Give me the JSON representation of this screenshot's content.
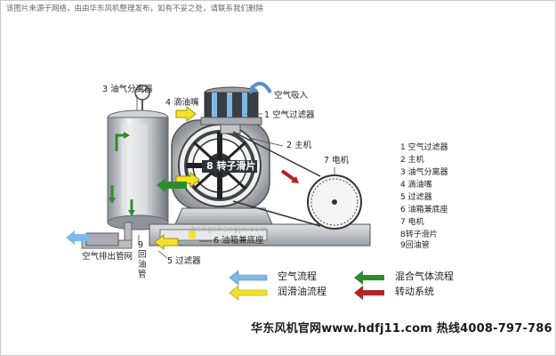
{
  "notice": "该图片来源于网络，由由华东风机整理发布，如有不妥之处，请联系我们删除",
  "labels": {
    "separator": "3 油气分离器",
    "drip": "4 滴油嘴",
    "air_in": "空气吸入",
    "filter1": "1 空气过滤器",
    "main": "2 主机",
    "rotor": "8 转子滑片",
    "motor": "7 电机",
    "tank": "6 油箱兼底座",
    "filter5": "5 过滤器",
    "exhaust": "空气排出管网",
    "oil_pipe": "9回油管",
    "watermark": "hengshengjx.com"
  },
  "index_list": [
    "1 空气过滤器",
    "2 主机",
    "3 油气分离器",
    "4 滴油嘴",
    "5 过滤器",
    "6 油箱兼底座",
    "7 电机",
    "8转子滑片",
    "9回油管"
  ],
  "legend": {
    "air": "空气流程",
    "mixed": "混合气体流程",
    "lube": "润滑油流程",
    "rotate": "转动系统"
  },
  "colors": {
    "air": "#7fb8e6",
    "mixed": "#2e8b2e",
    "lube": "#f2e22a",
    "rotate": "#b32424"
  },
  "footer": "华东风机官网www.hdfj11.com 热线4008-797-786"
}
